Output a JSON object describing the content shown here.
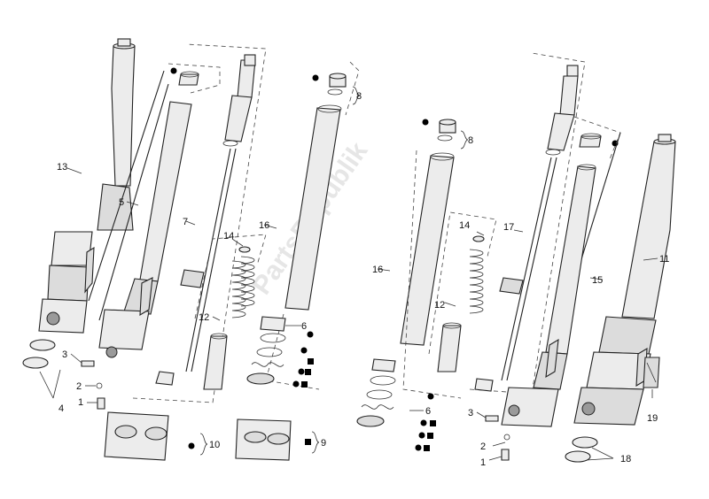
{
  "watermark": "PartsRepublik",
  "labels": {
    "l1a": "1",
    "l2a": "2",
    "l3a": "3",
    "l4": "4",
    "l5": "5",
    "l6a": "6",
    "l7": "7",
    "l8a": "8",
    "l9": "9",
    "l10": "10",
    "l12a": "12",
    "l13": "13",
    "l14a": "14",
    "l16a": "16",
    "l8b": "8",
    "l14b": "14",
    "l17": "17",
    "l16b": "16",
    "l12b": "12",
    "l6b": "6",
    "l15": "15",
    "l11": "11",
    "l3b": "3",
    "l2b": "2",
    "l1b": "1",
    "l18": "18",
    "l19": "19"
  },
  "colors": {
    "line": "#222222",
    "marker": "#000000"
  }
}
